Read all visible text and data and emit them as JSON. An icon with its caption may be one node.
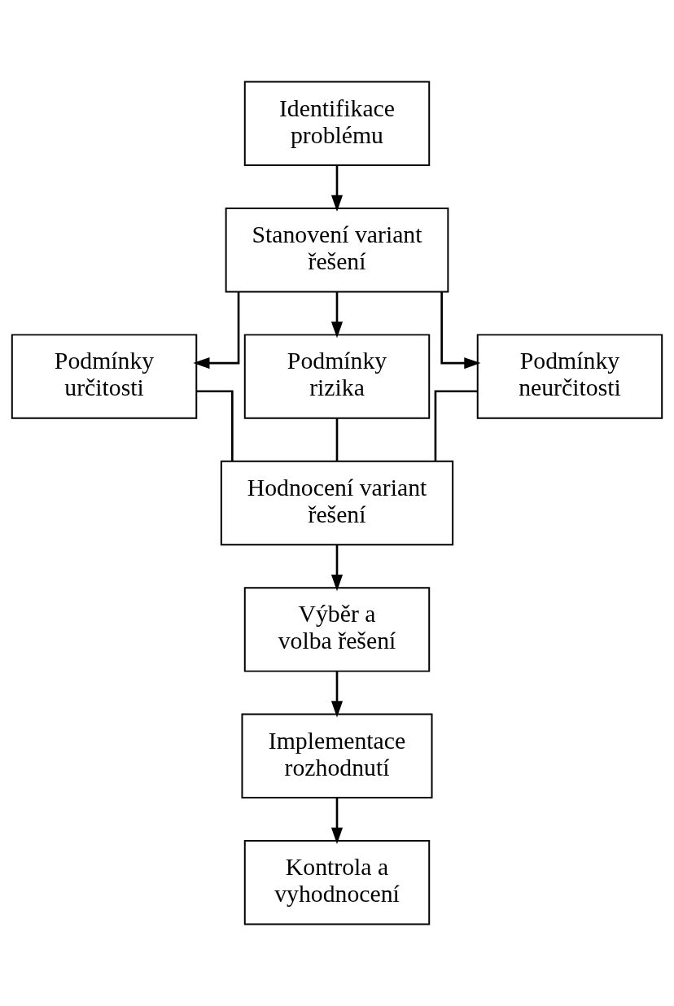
{
  "diagram": {
    "nodes": [
      {
        "text": [
          "Identifikace problému"
        ]
      },
      {
        "text": [
          "Stanovení variant řešení"
        ]
      },
      {
        "text": [
          "Podmínky určitosti"
        ]
      },
      {
        "text": [
          "Podmínky rizika"
        ]
      },
      {
        "text": [
          "Podmínky neurčitosti"
        ]
      },
      {
        "text": [
          "Hodnocení variant řešení"
        ]
      },
      {
        "text": [
          "Výběr a volba řešení"
        ]
      },
      {
        "text": [
          "Implementace rozhodnutí"
        ]
      },
      {
        "text": [
          "Kontrola a vyhodnocení"
        ]
      }
    ],
    "edges": [
      {
        "from": 0,
        "to": 1,
        "arrow": "to"
      },
      {
        "from": 1,
        "to": 2,
        "arrow": "to"
      },
      {
        "from": 1,
        "to": 3,
        "arrow": "to"
      },
      {
        "from": 1,
        "to": 4,
        "arrow": "to"
      },
      {
        "from": 2,
        "to": 5,
        "arrow": "none"
      },
      {
        "from": 3,
        "to": 5,
        "arrow": "none"
      },
      {
        "from": 4,
        "to": 5,
        "arrow": "none"
      },
      {
        "from": 5,
        "to": 6,
        "arrow": "to"
      },
      {
        "from": 6,
        "to": 7,
        "arrow": "to"
      },
      {
        "from": 7,
        "to": 8,
        "arrow": "to"
      }
    ]
  }
}
